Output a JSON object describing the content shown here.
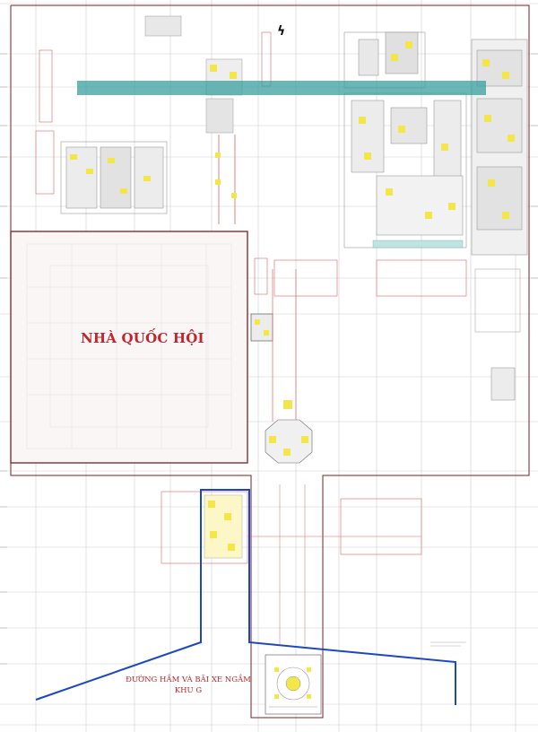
{
  "building": {
    "label": "NHÀ QUỐC HỘI"
  },
  "tunnel": {
    "line1": "ĐƯỜNG HẦM VÀ BÃI XE NGẦM",
    "line2": "KHU G"
  },
  "colors": {
    "building_border": "#7a1f1f",
    "site_boundary": "#7a2020",
    "tunnel_line": "#1c47c4",
    "highlight_band": "#3a9e9e",
    "grid": "#c8c8c8",
    "drawing_yellow": "#f2e64a",
    "label_red": "#c0262c"
  },
  "icons": {
    "north_arrow": "north-arrow-icon"
  }
}
